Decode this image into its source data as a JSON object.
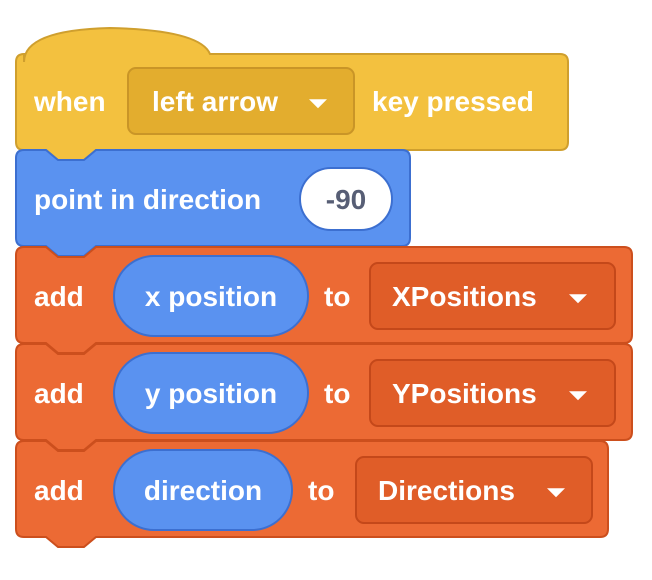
{
  "colors": {
    "events": "#f3c13f",
    "events_border": "#cf9f2e",
    "motion": "#5a92f0",
    "motion_border": "#3c6fd0",
    "lists": "#ec6a34",
    "lists_border": "#cc4f1d",
    "reporter_text_dark": "#575e75"
  },
  "blocks": {
    "hat": {
      "when": "when",
      "key_option": "left arrow",
      "key_pressed": "key pressed"
    },
    "point": {
      "label": "point in direction",
      "value": "-90"
    },
    "add1": {
      "add": "add",
      "reporter": "x position",
      "to": "to",
      "list": "XPositions"
    },
    "add2": {
      "add": "add",
      "reporter": "y position",
      "to": "to",
      "list": "YPositions"
    },
    "add3": {
      "add": "add",
      "reporter": "direction",
      "to": "to",
      "list": "Directions"
    }
  }
}
